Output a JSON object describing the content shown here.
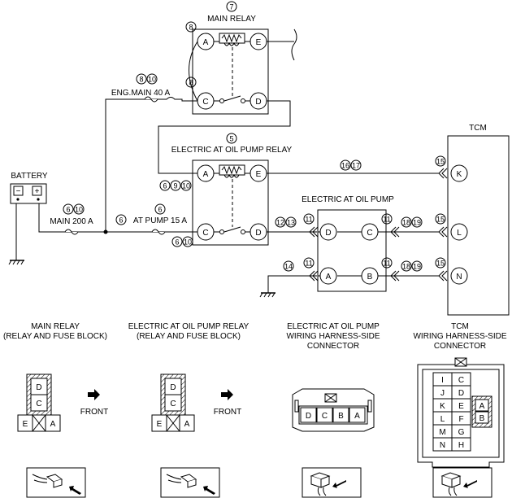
{
  "main_relay": {
    "num": "7",
    "title": "MAIN RELAY",
    "pin_a": "A",
    "pin_e": "E",
    "pin_c": "C",
    "pin_d": "D",
    "circ_a": "8",
    "circ_c": "8"
  },
  "eng_main": {
    "nums": [
      "8",
      "10"
    ],
    "label": "ENG.MAIN 40 A"
  },
  "pump_relay": {
    "num": "5",
    "title": "ELECTRIC AT OIL PUMP RELAY",
    "pin_a": "A",
    "pin_e": "E",
    "pin_c": "C",
    "pin_d": "D",
    "circ_a": [
      "6",
      "9",
      "10"
    ],
    "circ_c": [
      "6",
      "10"
    ],
    "circ_d": [
      "12",
      "13"
    ]
  },
  "battery": {
    "label": "BATTERY",
    "minus": "−",
    "plus": "+"
  },
  "main200": {
    "nums": [
      "6",
      "10"
    ],
    "label": "MAIN 200 A"
  },
  "atpump": {
    "num_top": "6",
    "num_left": "6",
    "label": "AT PUMP 15 A"
  },
  "tcm": {
    "title": "TCM",
    "pin_k": "K",
    "pin_l": "L",
    "pin_n": "N",
    "c15": "15",
    "wire_k": [
      "16",
      "17"
    ],
    "wire_l": [
      "18",
      "19"
    ],
    "wire_n": [
      "18",
      "19"
    ]
  },
  "pump": {
    "title": "ELECTRIC AT OIL PUMP",
    "pin_d": "D",
    "pin_c": "C",
    "pin_a": "A",
    "pin_b": "B",
    "c11": "11",
    "c14": "14"
  },
  "captions": {
    "main_relay": [
      "MAIN RELAY",
      "(RELAY AND FUSE BLOCK)"
    ],
    "pump_relay": [
      "ELECTRIC AT OIL PUMP RELAY",
      "(RELAY AND FUSE BLOCK)"
    ],
    "pump_conn": [
      "ELECTRIC AT OIL PUMP",
      "WIRING HARNESS-SIDE",
      "CONNECTOR"
    ],
    "tcm_conn": [
      "TCM",
      "WIRING HARNESS-SIDE",
      "CONNECTOR"
    ]
  },
  "relay_conn": {
    "d": "D",
    "c": "C",
    "e": "E",
    "a": "A",
    "front": "FRONT"
  },
  "pump_conn_pins": [
    "D",
    "C",
    "B",
    "A"
  ],
  "tcm_conn_left": [
    "I",
    "J",
    "K",
    "L",
    "M",
    "N"
  ],
  "tcm_conn_right": [
    "C",
    "D",
    "E",
    "F",
    "G",
    "H"
  ],
  "tcm_conn_inner": [
    "A",
    "B"
  ]
}
